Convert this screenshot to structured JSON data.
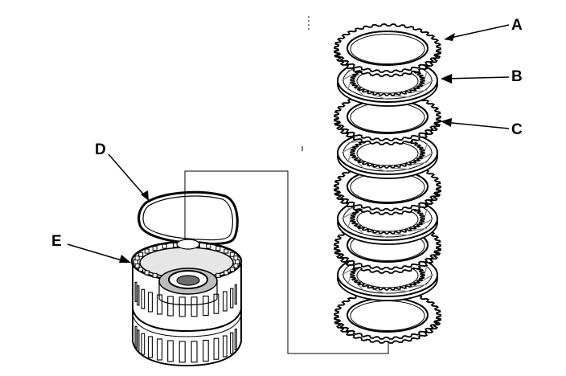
{
  "callouts": {
    "a": "A",
    "b": "B",
    "c": "C",
    "d": "D",
    "e": "E"
  },
  "colors": {
    "ink": "#000000",
    "paper": "#ffffff",
    "shade": "#8a8a8a"
  }
}
